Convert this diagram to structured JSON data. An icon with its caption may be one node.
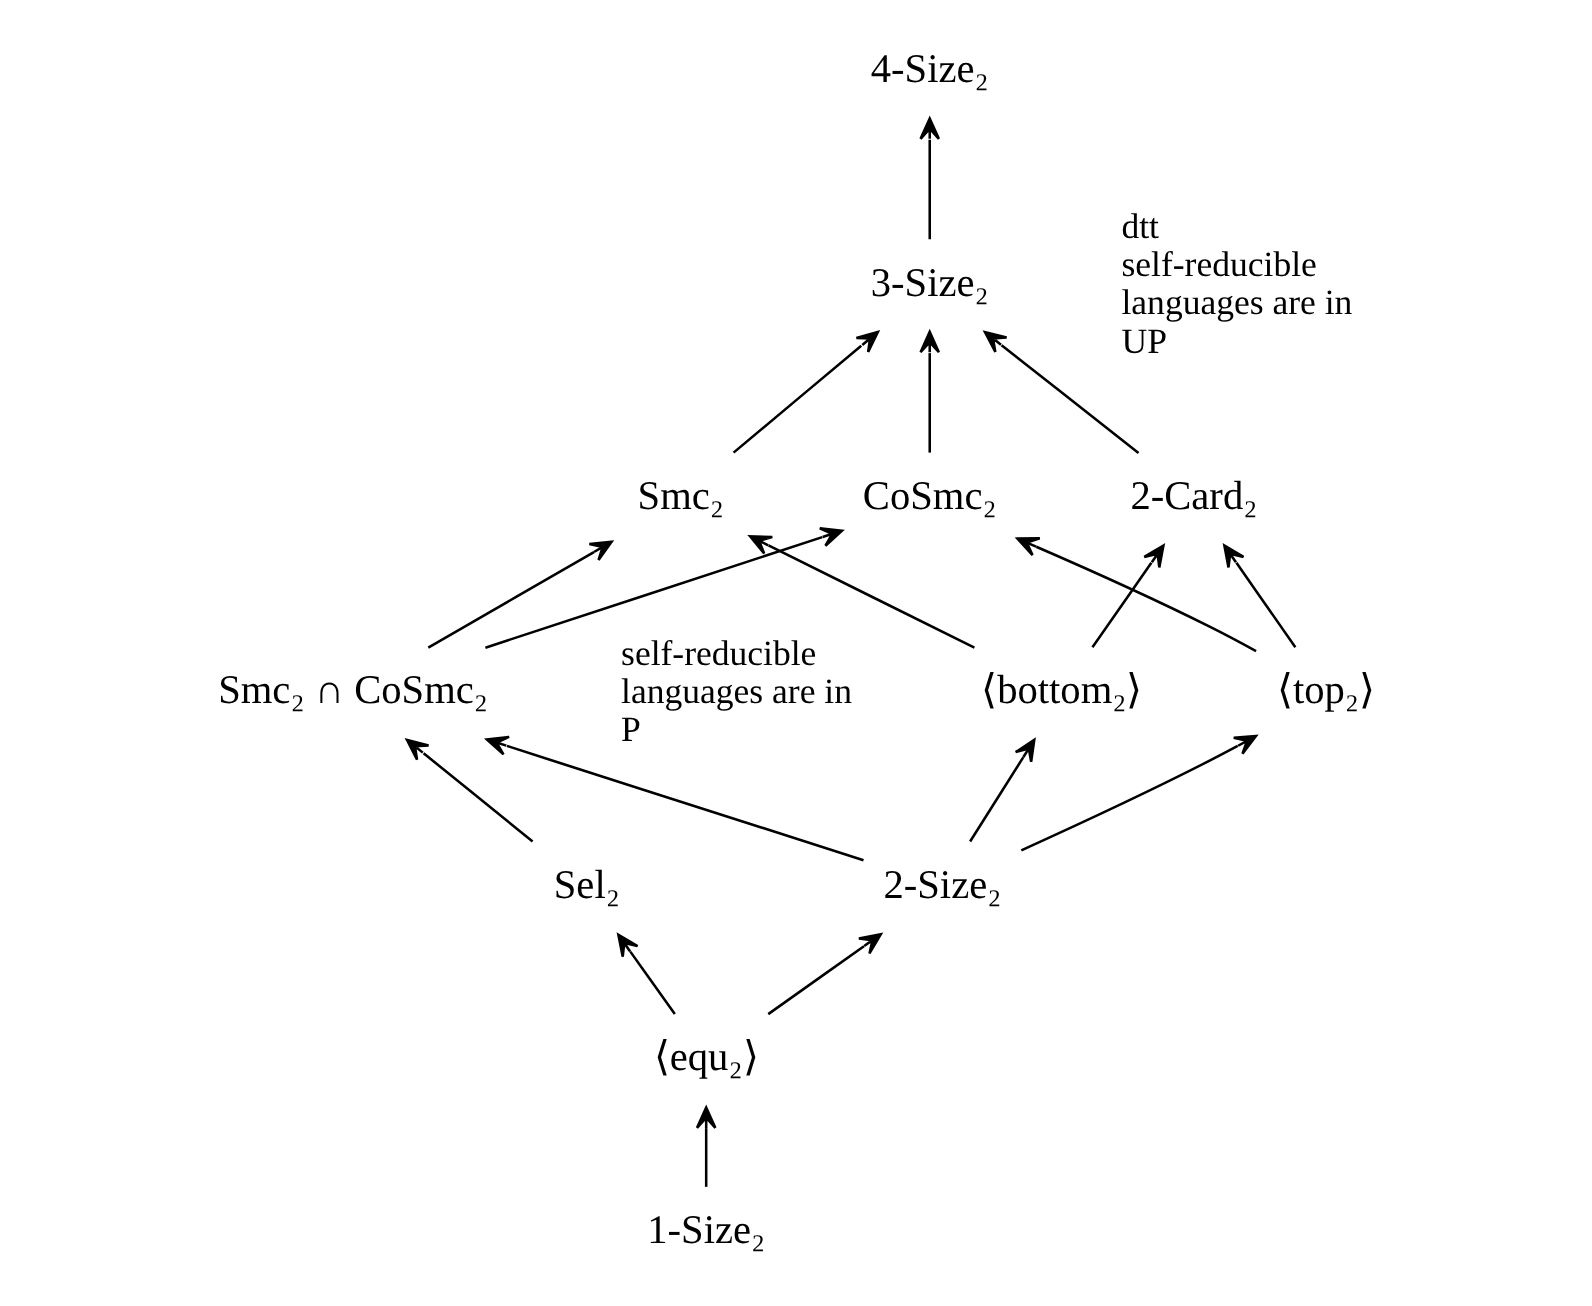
{
  "diagram": {
    "nodes": [
      {
        "text": [
          "4-Size₂"
        ]
      },
      {
        "text": [
          "3-Size₂"
        ]
      },
      {
        "text": [
          "Smc₂"
        ]
      },
      {
        "text": [
          "CoSmc₂"
        ]
      },
      {
        "text": [
          "2-Card₂"
        ]
      },
      {
        "text": [
          "Smc₂ ∩ CoSmc₂"
        ]
      },
      {
        "text": [
          "⟨bottom₂⟩"
        ]
      },
      {
        "text": [
          "⟨top₂⟩"
        ]
      },
      {
        "text": [
          "Sel₂"
        ]
      },
      {
        "text": [
          "2-Size₂"
        ]
      },
      {
        "text": [
          "⟨equ₂⟩"
        ]
      },
      {
        "text": [
          "1-Size₂"
        ]
      }
    ],
    "edges": [
      {
        "from": 1,
        "to": 0,
        "arrow": "to"
      },
      {
        "from": 2,
        "to": 1,
        "arrow": "to"
      },
      {
        "from": 3,
        "to": 1,
        "arrow": "to"
      },
      {
        "from": 4,
        "to": 1,
        "arrow": "to"
      },
      {
        "from": 5,
        "to": 2,
        "arrow": "to"
      },
      {
        "from": 5,
        "to": 3,
        "arrow": "to"
      },
      {
        "from": 6,
        "to": 2,
        "arrow": "to"
      },
      {
        "from": 6,
        "to": 4,
        "arrow": "to"
      },
      {
        "from": 7,
        "to": 3,
        "arrow": "to"
      },
      {
        "from": 7,
        "to": 4,
        "arrow": "to"
      },
      {
        "from": 8,
        "to": 5,
        "arrow": "to"
      },
      {
        "from": 9,
        "to": 5,
        "arrow": "to"
      },
      {
        "from": 9,
        "to": 6,
        "arrow": "to"
      },
      {
        "from": 9,
        "to": 7,
        "arrow": "to"
      },
      {
        "from": 10,
        "to": 8,
        "arrow": "to"
      },
      {
        "from": 10,
        "to": 9,
        "arrow": "to"
      },
      {
        "from": 11,
        "to": 10,
        "arrow": "to"
      }
    ],
    "labels": [
      "dtt self-reducible languages are in UP",
      "self-reducible languages are in P"
    ]
  }
}
